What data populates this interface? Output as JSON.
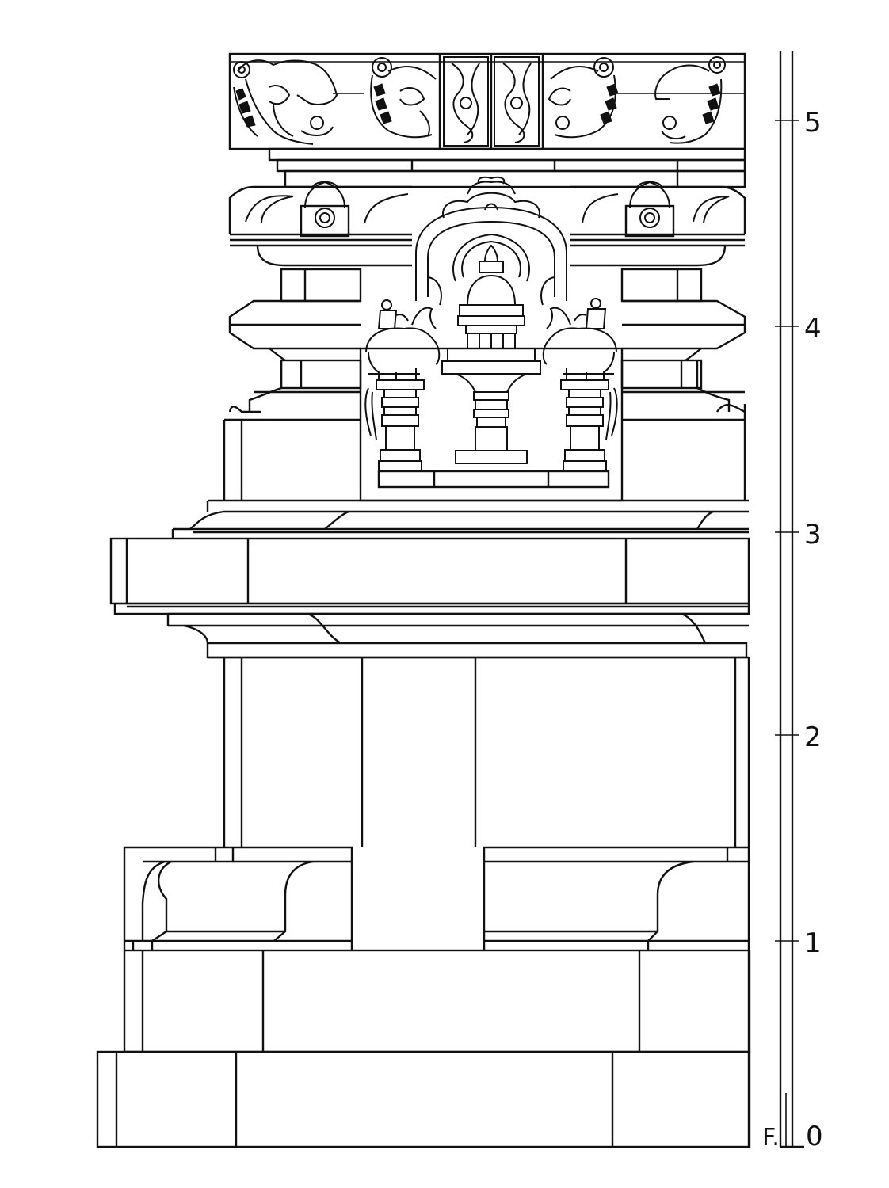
{
  "drawing": {
    "scale_labels": [
      "5",
      "4",
      "3",
      "2",
      "1",
      "0"
    ],
    "floor_mark": "F."
  }
}
